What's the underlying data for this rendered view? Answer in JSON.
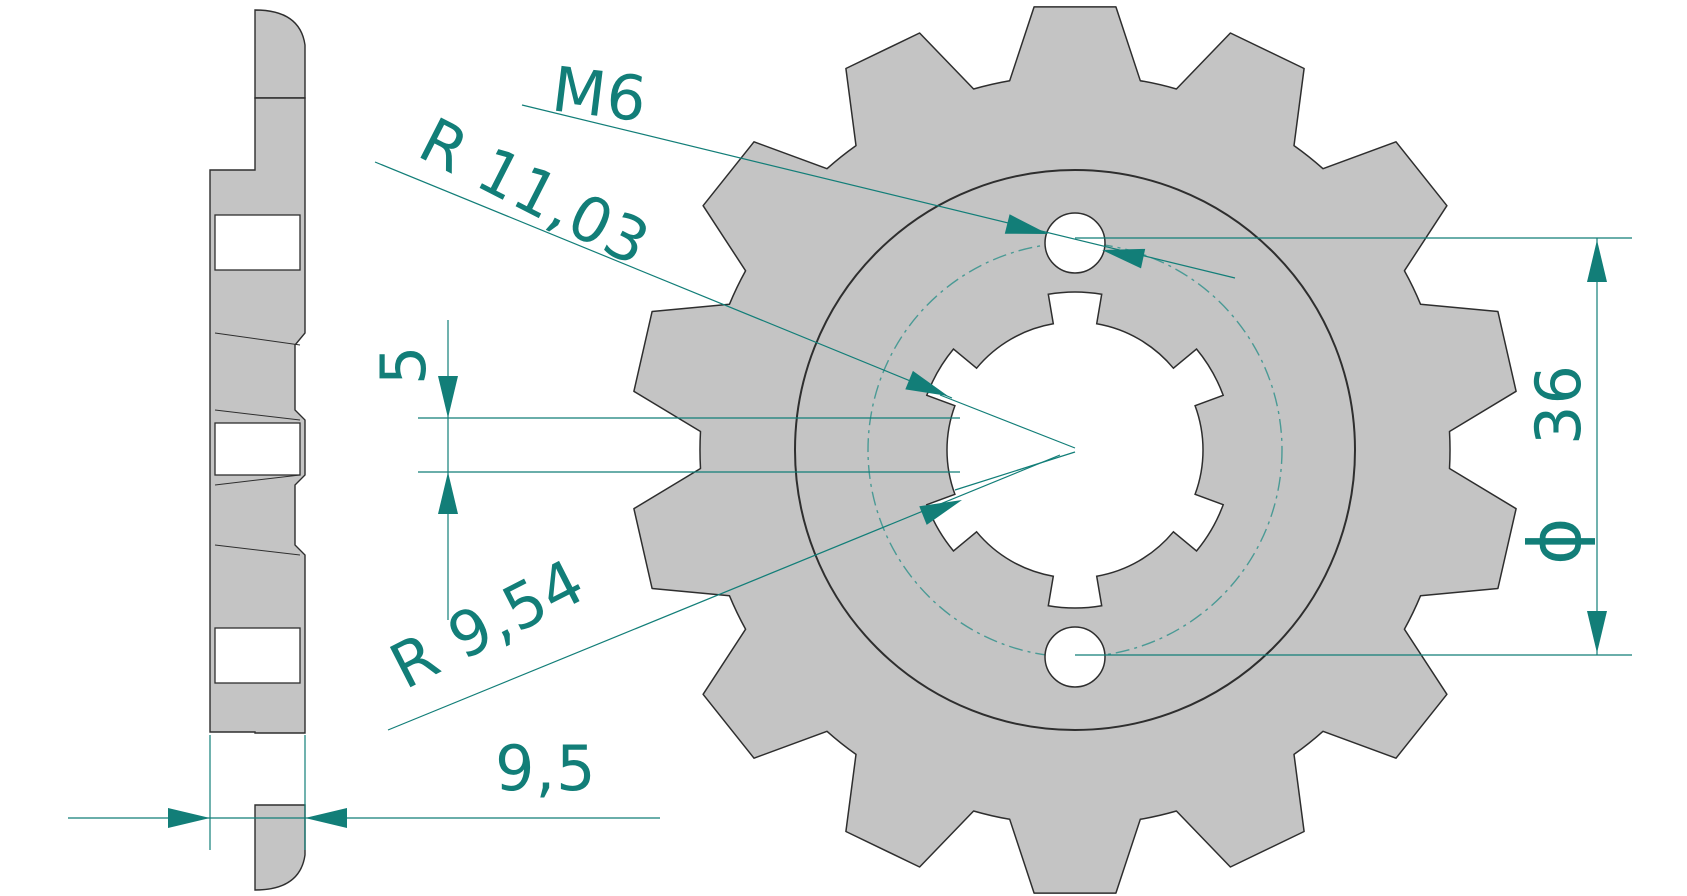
{
  "colors": {
    "background": "#ffffff",
    "part_fill": "#c4c4c4",
    "part_stroke": "#2e2e2e",
    "dimension": "#127e78",
    "pitch_circle": "#4a9a95"
  },
  "sprocket": {
    "teeth": 14
  },
  "dimensions": {
    "thread": "M6",
    "outer_radius": "R 11,03",
    "inner_radius": "R 9,54",
    "bolt_circle": "36",
    "key_width": "5",
    "thickness": "9,5",
    "diameter_symbol": "ϕ"
  }
}
